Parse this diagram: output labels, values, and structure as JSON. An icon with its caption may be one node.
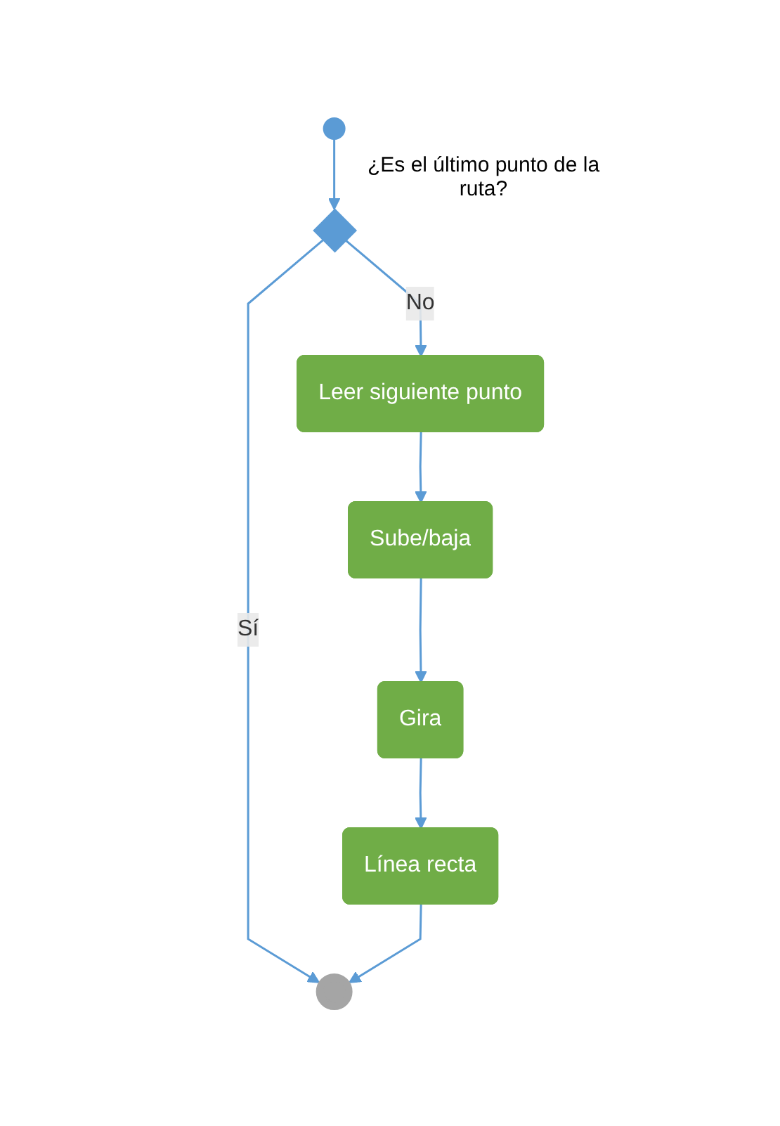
{
  "diagram": {
    "nodes": [
      {
        "text": [],
        "shape": "circle"
      },
      {
        "text": [],
        "shape": "diamond",
        "beside": [
          "¿Es el último punto de la ruta?"
        ]
      },
      {
        "text": [
          "Leer siguiente punto"
        ]
      },
      {
        "text": [
          "Sube/baja"
        ]
      },
      {
        "text": [
          "Gira"
        ]
      },
      {
        "text": [
          "Línea recta"
        ]
      },
      {
        "text": [],
        "shape": "circle"
      }
    ],
    "edges": [
      {
        "from": 0,
        "to": 1,
        "arrow": "to"
      },
      {
        "from": 1,
        "to": 6,
        "arrow": "to",
        "label": "Sí"
      },
      {
        "from": 1,
        "to": 2,
        "arrow": "to",
        "label": "No"
      },
      {
        "from": 2,
        "to": 3,
        "arrow": "to"
      },
      {
        "from": 3,
        "to": 4,
        "arrow": "to"
      },
      {
        "from": 4,
        "to": 5,
        "arrow": "to"
      },
      {
        "from": 5,
        "to": 6,
        "arrow": "to"
      }
    ]
  }
}
